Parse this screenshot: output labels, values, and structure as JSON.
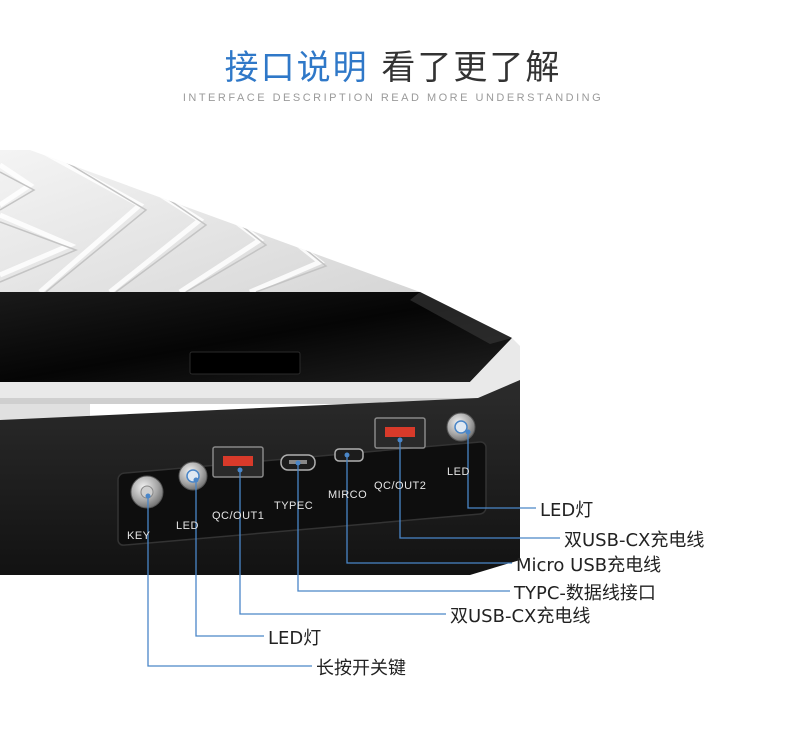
{
  "header": {
    "title_highlight": "接口说明",
    "title_rest": "看了更了解",
    "subtitle": "INTERFACE DESCRIPTION READ MORE UNDERSTANDING"
  },
  "ports": {
    "key": "KEY",
    "led_left": "LED",
    "qc_out1": "QC/OUT1",
    "typec": "TYPEC",
    "mirco": "MIRCO",
    "qc_out2": "QC/OUT2",
    "led_right": "LED"
  },
  "callouts": {
    "led_right": "LED灯",
    "usb_cx_right": "双USB-CX充电线",
    "micro_usb": "Micro USB充电线",
    "typec_data": "TYPC-数据线接口",
    "usb_cx_left": "双USB-CX充电线",
    "led_left": "LED灯",
    "power_key": "长按开关键"
  },
  "colors": {
    "accent": "#2f78c8",
    "leader_line": "#4a86c8"
  }
}
